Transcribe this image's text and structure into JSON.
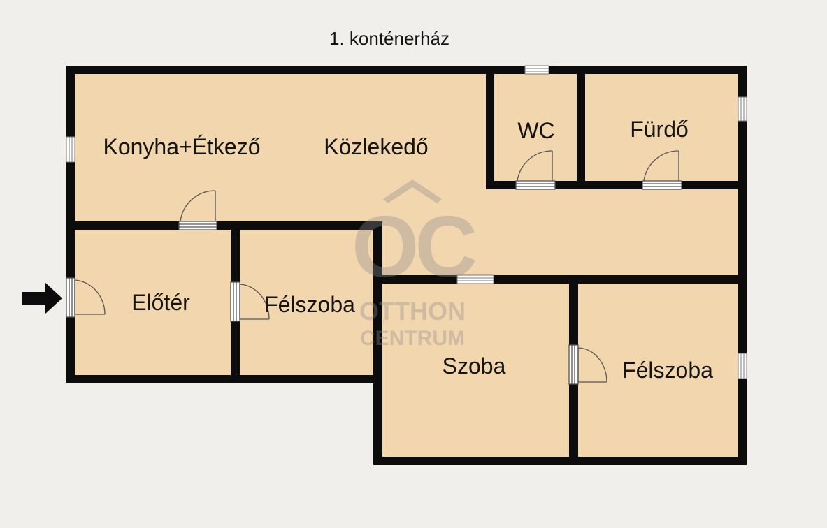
{
  "title": "1. konténerház",
  "rooms": {
    "kitchen": "Konyha+Étkező",
    "corridor": "Közlekedő",
    "wc": "WC",
    "bathroom": "Fürdő",
    "hall": "Előtér",
    "half_room_left": "Félszoba",
    "room": "Szoba",
    "half_room_right": "Félszoba"
  },
  "watermark": {
    "monogram": "OC",
    "line1": "OTTHON",
    "line2": "CENTRUM"
  },
  "colors": {
    "background": "#f1efeb",
    "floor": "#f2d6ad",
    "wall": "#0c0c0c",
    "watermark": "#8c8c8c"
  },
  "icons": {
    "entrance": "arrow-right-icon",
    "door": "door-swing-icon",
    "window": "window-icon"
  }
}
